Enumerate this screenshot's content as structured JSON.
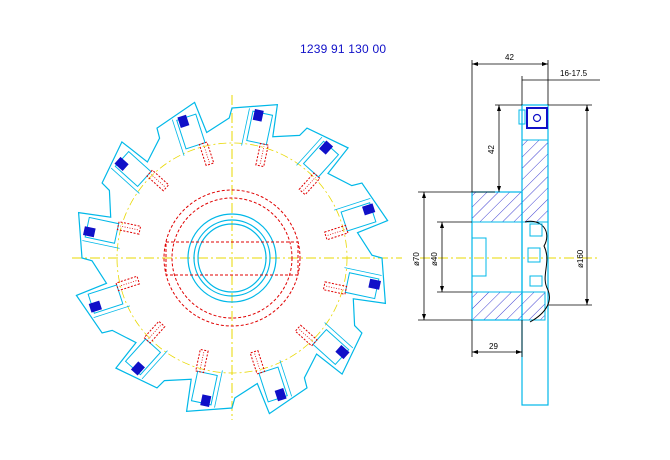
{
  "title": {
    "part_number": "1239 91 130 00"
  },
  "dimensions": {
    "width_total": "42",
    "width_range": "16-17.5",
    "radial_depth": "42",
    "hub_diameter": "ø70",
    "bore_diameter": "ø40",
    "outer_diameter": "ø160",
    "hub_length": "29"
  },
  "colors": {
    "outline": "#00b8e8",
    "centerline": "#e8d800",
    "hidden": "#e00000",
    "insert": "#1010c8",
    "dimension": "#000000",
    "hatch": "#1010c8"
  }
}
